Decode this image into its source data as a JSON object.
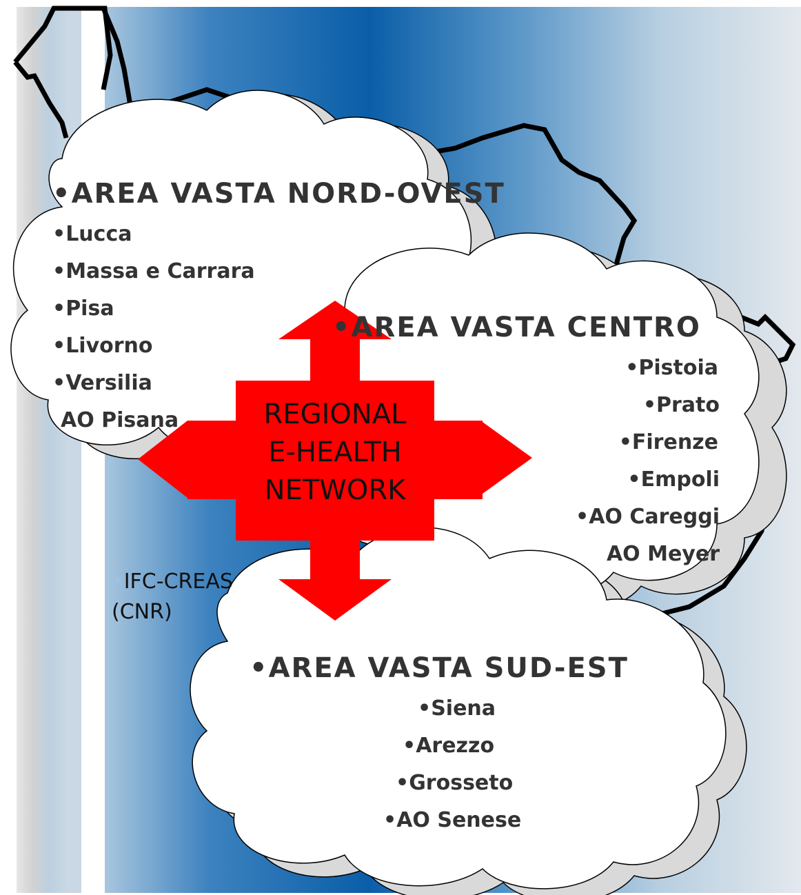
{
  "hub": {
    "lines": [
      "REGIONAL",
      "E-HEALTH",
      "NETWORK"
    ]
  },
  "areas": {
    "nord_ovest": {
      "title": "AREA VASTA NORD-OVEST",
      "items": [
        "Lucca",
        "Massa e Carrara",
        "Pisa",
        "Livorno",
        "Versilia",
        "AO Pisana"
      ]
    },
    "centro": {
      "title": "AREA VASTA CENTRO",
      "items": [
        "Pistoia",
        "Prato",
        "Firenze",
        "Empoli",
        "AO Careggi",
        "AO Meyer"
      ]
    },
    "sud_est": {
      "title": "AREA VASTA SUD-EST",
      "items": [
        "Siena",
        "Arezzo",
        "Grosseto",
        "AO Senese"
      ]
    }
  },
  "ifc": {
    "line1": "IFC-CREAS",
    "line2": "(CNR)"
  },
  "bullet": "•",
  "colors": {
    "arrow": "#ff0000",
    "cloud_fill": "#ffffff",
    "cloud_shadow": "#d9d9d9",
    "background_blue": "#0a5ea8",
    "text": "#333333"
  }
}
